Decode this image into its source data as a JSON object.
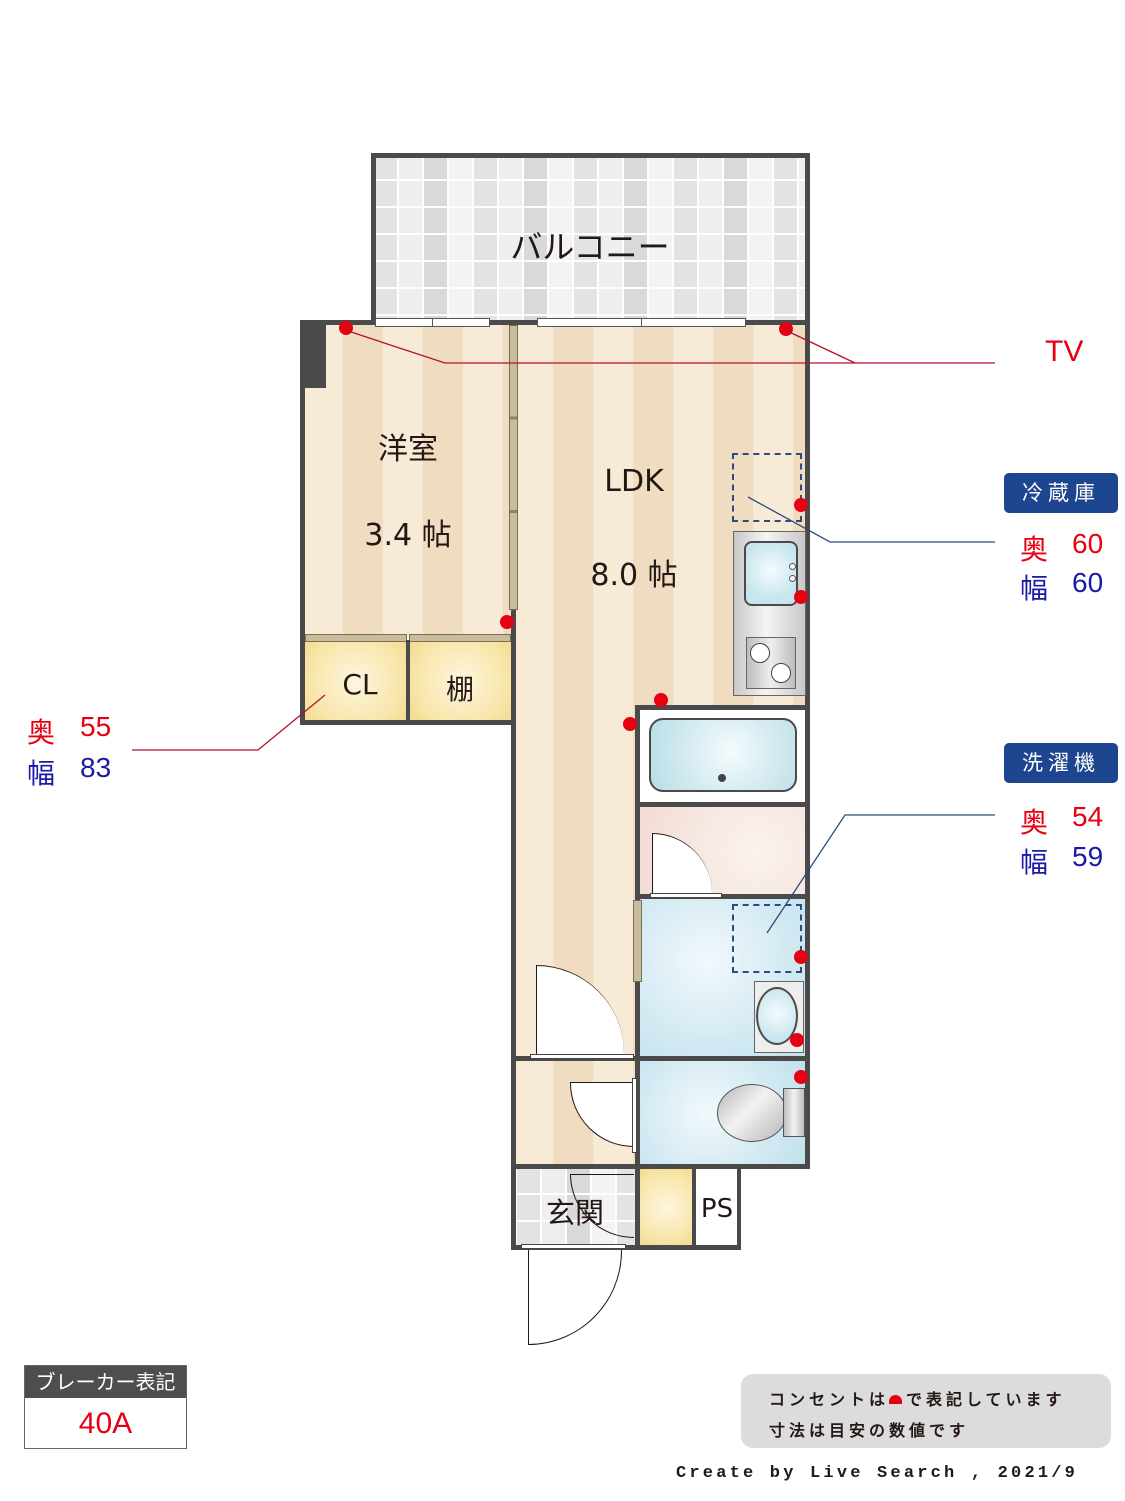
{
  "floorplan": {
    "rooms": {
      "balcony": {
        "label": "バルコニー"
      },
      "western_room": {
        "label": "洋室",
        "size": "3.4 帖"
      },
      "ldk": {
        "label": "LDK",
        "size": "8.0 帖"
      },
      "closet": {
        "label": "CL"
      },
      "shelf": {
        "label": "棚"
      },
      "entrance": {
        "label": "玄関"
      },
      "pipe_space": {
        "label": "PS"
      }
    },
    "tv": {
      "label": "TV"
    },
    "refrigerator": {
      "tag": "冷蔵庫",
      "depth_label": "奥",
      "depth_value": "60",
      "width_label": "幅",
      "width_value": "60"
    },
    "washing_machine": {
      "tag": "洗濯機",
      "depth_label": "奥",
      "depth_value": "54",
      "width_label": "幅",
      "width_value": "59"
    },
    "closet_dims": {
      "depth_label": "奥",
      "depth_value": "55",
      "width_label": "幅",
      "width_value": "83"
    }
  },
  "breaker": {
    "header": "ブレーカー表記",
    "value": "40A"
  },
  "notes": {
    "line1_prefix": "コンセントは",
    "line1_suffix": "で表記しています",
    "line2": "寸法は目安の数値です"
  },
  "credit": "Create by Live Search , 2021/9",
  "colors": {
    "wall": "#4a4a4a",
    "outlet": "#e60012",
    "tag_bg": "#1e4690",
    "depth_text": "#e60012",
    "width_text": "#1a1aa6",
    "floor_light": "#f7ead6",
    "floor_dark": "#f0dcc0"
  }
}
